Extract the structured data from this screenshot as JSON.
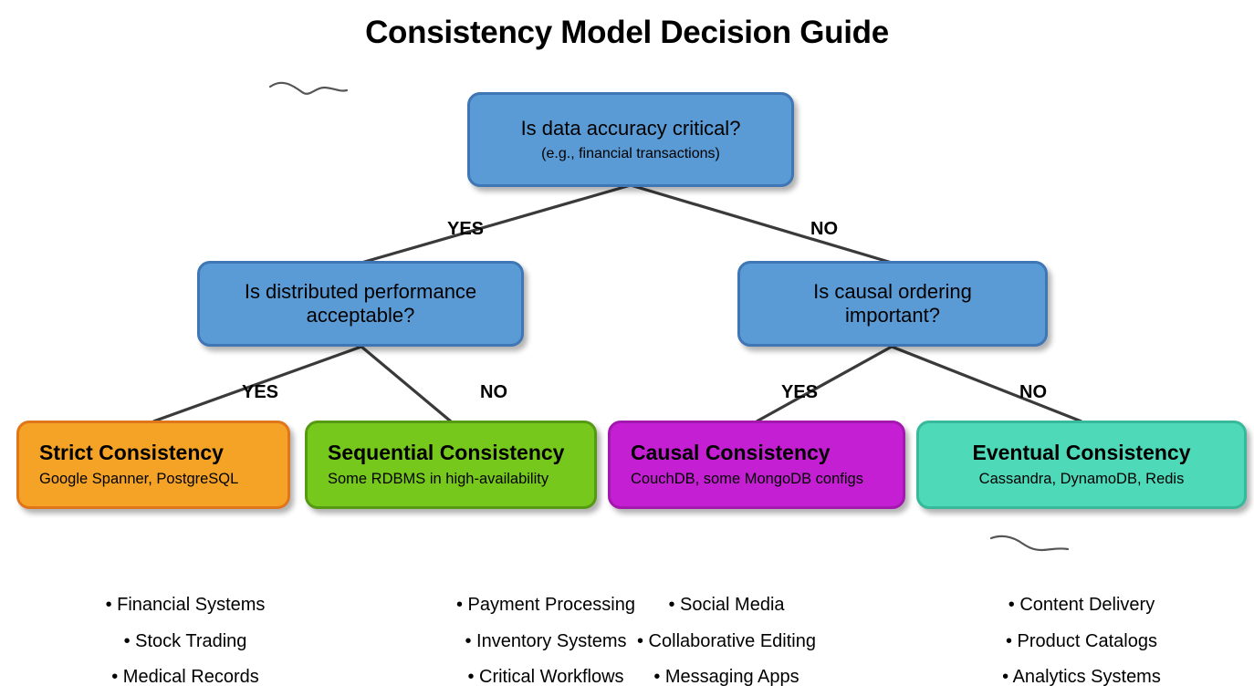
{
  "title": "Consistency Model Decision Guide",
  "colors": {
    "decision_fill": "#5B9BD5",
    "decision_border": "#3F76B5",
    "strict_fill": "#F5A326",
    "strict_border": "#E0761B",
    "sequential_fill": "#76C91C",
    "sequential_border": "#569A14",
    "causal_fill": "#C41FD2",
    "causal_border": "#A318AF",
    "eventual_fill": "#4ED9B8",
    "eventual_border": "#37B99B",
    "edge_stroke": "#3A3A3A",
    "text": "#000000"
  },
  "nodes": {
    "root": {
      "title": "Is data accuracy critical?",
      "sub": "(e.g., financial transactions)"
    },
    "left_decision": {
      "line1": "Is distributed performance",
      "line2": "acceptable?"
    },
    "right_decision": {
      "line1": "Is causal ordering",
      "line2": "important?"
    },
    "strict": {
      "title": "Strict Consistency",
      "sub": "Google Spanner, PostgreSQL"
    },
    "sequential": {
      "title": "Sequential Consistency",
      "sub": "Some RDBMS in high-availability"
    },
    "causal": {
      "title": "Causal Consistency",
      "sub": "CouchDB, some MongoDB configs"
    },
    "eventual": {
      "title": "Eventual Consistency",
      "sub": "Cassandra, DynamoDB, Redis"
    }
  },
  "edge_labels": {
    "root_yes": "YES",
    "root_no": "NO",
    "left_yes": "YES",
    "left_no": "NO",
    "right_yes": "YES",
    "right_no": "NO"
  },
  "use_cases": {
    "strict": [
      "• Financial Systems",
      "• Stock Trading",
      "• Medical Records"
    ],
    "sequential": [
      "• Payment Processing",
      "• Inventory Systems",
      "• Critical Workflows"
    ],
    "causal": [
      "• Social Media",
      "• Collaborative Editing",
      "• Messaging Apps"
    ],
    "eventual": [
      "• Content Delivery",
      "• Product Catalogs",
      "• Analytics Systems"
    ]
  }
}
